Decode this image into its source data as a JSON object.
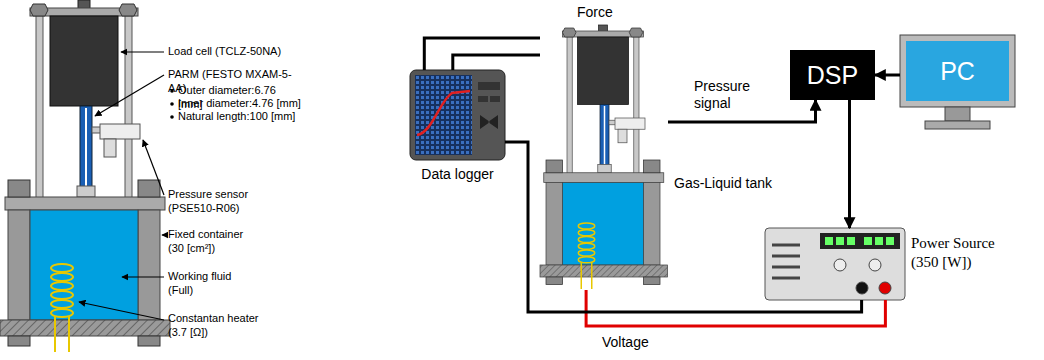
{
  "diagram": {
    "nodes": [
      {
        "text": [
          "Data logger"
        ]
      },
      {
        "text": [
          "Gas-Liquid tank"
        ]
      },
      {
        "text": [
          "DSP"
        ]
      },
      {
        "text": [
          "PC"
        ]
      },
      {
        "text": [
          "Power Source (350 [W])"
        ]
      }
    ],
    "edges": [
      {
        "from": 1,
        "to": 0,
        "label": "Force",
        "arrow": "none"
      },
      {
        "from": 1,
        "to": 0,
        "arrow": "none"
      },
      {
        "from": 1,
        "to": 2,
        "label": "Pressure signal",
        "arrow": "to"
      },
      {
        "from": 3,
        "to": 2,
        "arrow": "to"
      },
      {
        "from": 2,
        "to": 4,
        "arrow": "to"
      },
      {
        "from": 4,
        "to": 1,
        "label": "Voltage",
        "arrow": "none"
      },
      {
        "from": 0,
        "to": 4,
        "arrow": "none"
      }
    ],
    "labels": [
      "Load cell (TCLZ-50NA)",
      "PARM (FESTO MXAM-5-AA)",
      "Outer diameter:6.76 [mm]",
      "Inner diameter:4.76 [mm]",
      "Natural length:100 [mm]",
      "Pressure sensor (PSE510-R06)",
      "Fixed container (30 [cm²])",
      "Working fluid (Full)",
      "Constantan heater (3.7 [Ω])"
    ]
  }
}
